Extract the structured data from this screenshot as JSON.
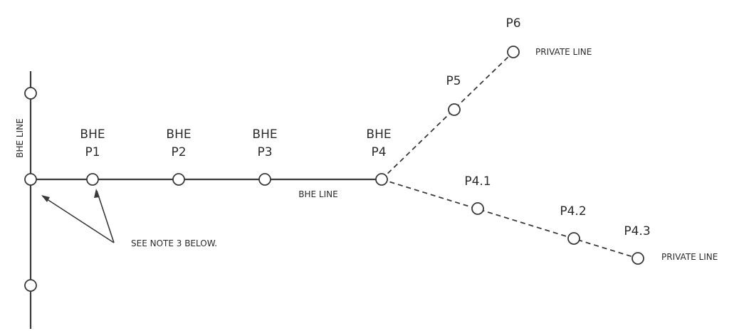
{
  "labels": {
    "bhe": "BHE",
    "p1": "P1",
    "p2": "P2",
    "p3": "P3",
    "p4": "P4",
    "p5": "P5",
    "p6": "P6",
    "p4_1": "P4.1",
    "p4_2": "P4.2",
    "p4_3": "P4.3",
    "bhe_line_horizontal": "BHE LINE",
    "bhe_line_vertical": "BHE LINE",
    "private_line_upper": "PRIVATE LINE",
    "private_line_lower": "PRIVATE LINE",
    "note": "SEE NOTE 3 BELOW."
  }
}
